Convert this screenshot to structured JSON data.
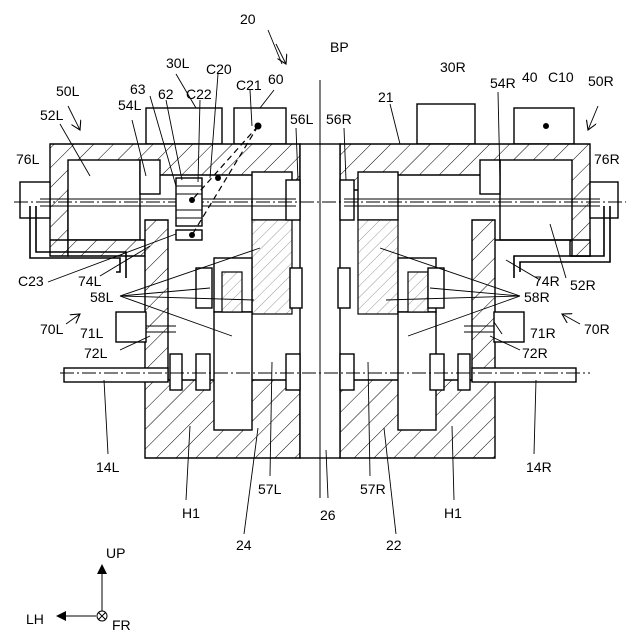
{
  "labels": {
    "l20": "20",
    "bp": "BP",
    "l30L": "30L",
    "c20": "C20",
    "l30R": "30R",
    "l50L": "50L",
    "l63": "63",
    "l62": "62",
    "c22": "C22",
    "c21": "C21",
    "l60": "60",
    "l54R": "54R",
    "l40": "40",
    "c10": "C10",
    "l50R": "50R",
    "l52L": "52L",
    "l54L": "54L",
    "l21": "21",
    "l56L": "56L",
    "l56R": "56R",
    "l76L": "76L",
    "l76R": "76R",
    "c23": "C23",
    "l74L": "74L",
    "l58L": "58L",
    "l74R": "74R",
    "l58R": "58R",
    "l52R": "52R",
    "l70L": "70L",
    "l71L": "71L",
    "l72L": "72L",
    "l70R": "70R",
    "l71R": "71R",
    "l72R": "72R",
    "l14L": "14L",
    "l14R": "14R",
    "l57L": "57L",
    "l57R": "57R",
    "h1L": "H1",
    "h1R": "H1",
    "l26": "26",
    "l24": "24",
    "l22": "22",
    "up": "UP",
    "lh": "LH",
    "fr": "FR"
  }
}
